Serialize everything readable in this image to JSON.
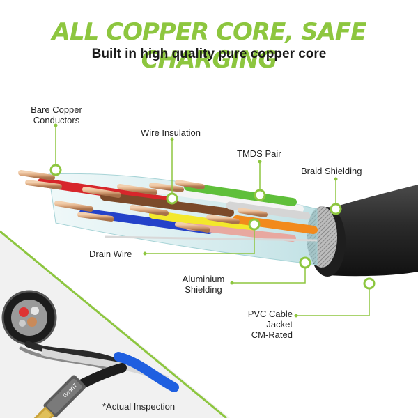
{
  "headline": "ALL COPPER CORE, SAFE CHARGING",
  "subheadline": "Built in high quality pure copper core",
  "callouts": {
    "bare_copper": [
      "Bare Copper",
      "Conductors"
    ],
    "wire_insulation": "Wire Insulation",
    "tmds_pair": "TMDS Pair",
    "braid_shielding": "Braid Shielding",
    "drain_wire": "Drain Wire",
    "aluminium_shielding": [
      "Aluminium",
      "Shielding"
    ],
    "pvc_jacket": [
      "PVC Cable",
      "Jacket",
      "CM-Rated"
    ]
  },
  "inset": {
    "caption": "*Actual Inspection",
    "brand": "GearIT"
  },
  "colors": {
    "accent_green": "#8dc63f",
    "cable_jacket": "#2b2b2b",
    "copper": "#d9a47a",
    "leader_line": "#8dc63f"
  }
}
